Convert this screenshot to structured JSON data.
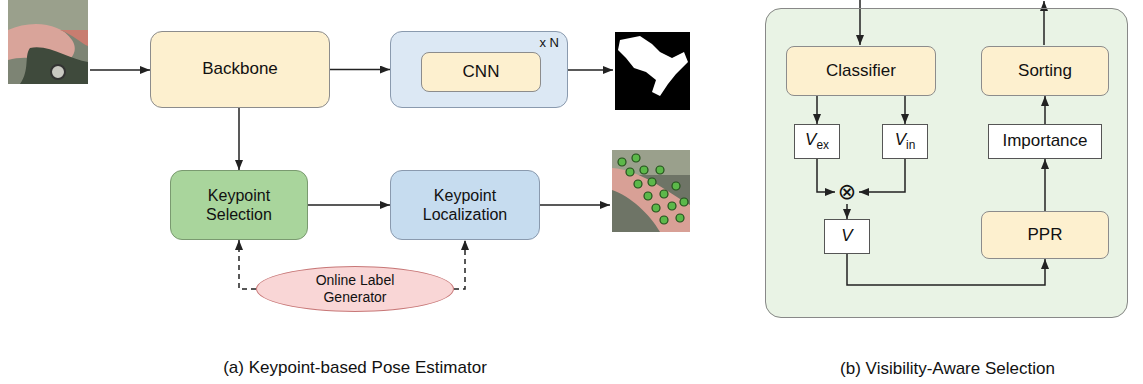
{
  "diagram": {
    "nodes": [
      {
        "text": [
          "Backbone"
        ]
      },
      {
        "text": [
          "x N"
        ]
      },
      {
        "text": [
          "CNN"
        ],
        "in": 1
      },
      {
        "text": [
          "Keypoint Selection"
        ]
      },
      {
        "text": [
          "Keypoint Localization"
        ]
      },
      {
        "text": [
          "Online Label Generator"
        ]
      },
      {
        "text": [
          "(b) Visibility-Aware Selection"
        ]
      },
      {
        "text": [
          "Classifier"
        ],
        "in": 6
      },
      {
        "text": [
          "Vex"
        ],
        "in": 6
      },
      {
        "text": [
          "Vin"
        ],
        "in": 6
      },
      {
        "text": [
          "⊗"
        ],
        "in": 6
      },
      {
        "text": [
          "V"
        ],
        "in": 6
      },
      {
        "text": [
          "Sorting"
        ],
        "in": 6
      },
      {
        "text": [
          "Importance"
        ],
        "in": 6
      },
      {
        "text": [
          "PPR"
        ],
        "in": 6
      }
    ],
    "edges": [
      {
        "from": 0,
        "to": 1,
        "arrow": "to"
      },
      {
        "from": 0,
        "to": 3,
        "arrow": "to"
      },
      {
        "from": 3,
        "to": 4,
        "arrow": "to"
      },
      {
        "from": 5,
        "to": 3,
        "arrow": "to"
      },
      {
        "from": 5,
        "to": 4,
        "arrow": "to"
      },
      {
        "from": 7,
        "to": 8,
        "arrow": "to"
      },
      {
        "from": 7,
        "to": 9,
        "arrow": "to"
      },
      {
        "from": 8,
        "to": 10,
        "arrow": "to"
      },
      {
        "from": 9,
        "to": 10,
        "arrow": "to"
      },
      {
        "from": 10,
        "to": 11,
        "arrow": "to"
      },
      {
        "from": 11,
        "to": 14,
        "arrow": "to"
      },
      {
        "from": 14,
        "to": 13,
        "arrow": "to"
      },
      {
        "from": 13,
        "to": 12,
        "arrow": "to"
      }
    ],
    "labels": [
      "(a) Keypoint-based Pose Estimator"
    ]
  }
}
